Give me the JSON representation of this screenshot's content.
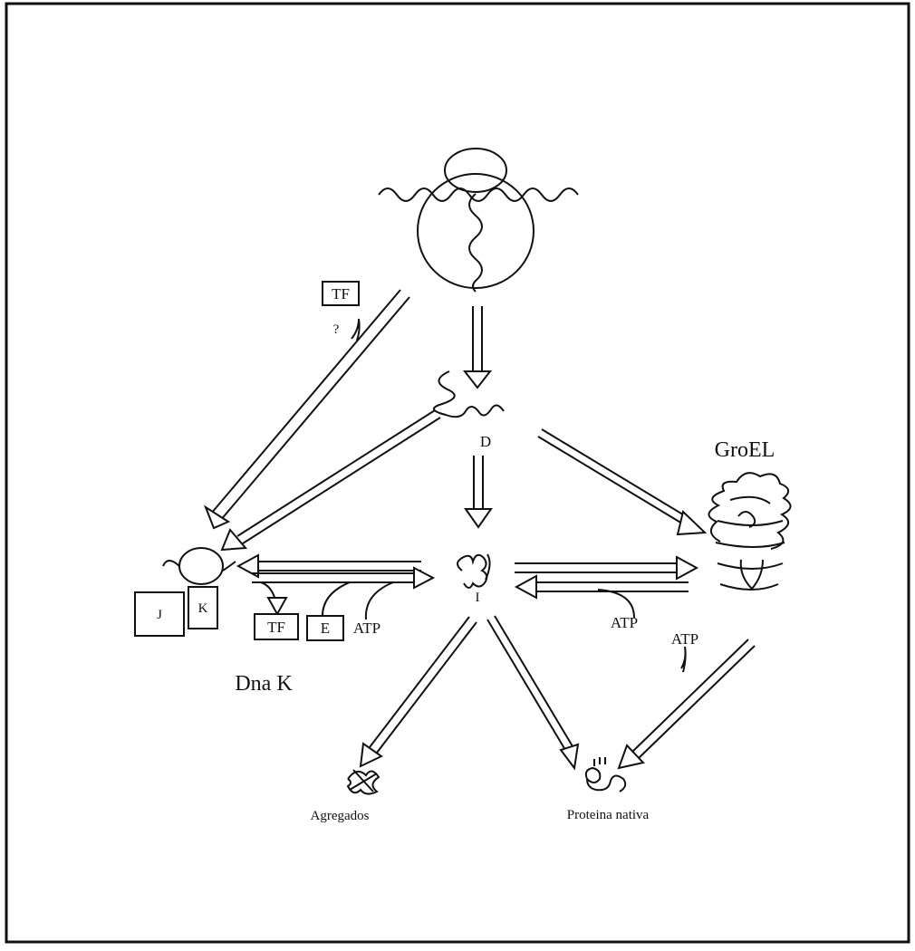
{
  "labels": {
    "trigger_factor": "TF",
    "question": "?",
    "denatured": "D",
    "intermediate": "I",
    "groel": "GroEL",
    "dnak": "Dna K",
    "j": "J",
    "k": "K",
    "tf_release": "TF",
    "e": "E",
    "atp_dnak": "ATP",
    "atp_groel_return": "ATP",
    "atp_groel_release": "ATP",
    "aggregates": "Agregados",
    "native_protein": "Proteina nativa"
  }
}
